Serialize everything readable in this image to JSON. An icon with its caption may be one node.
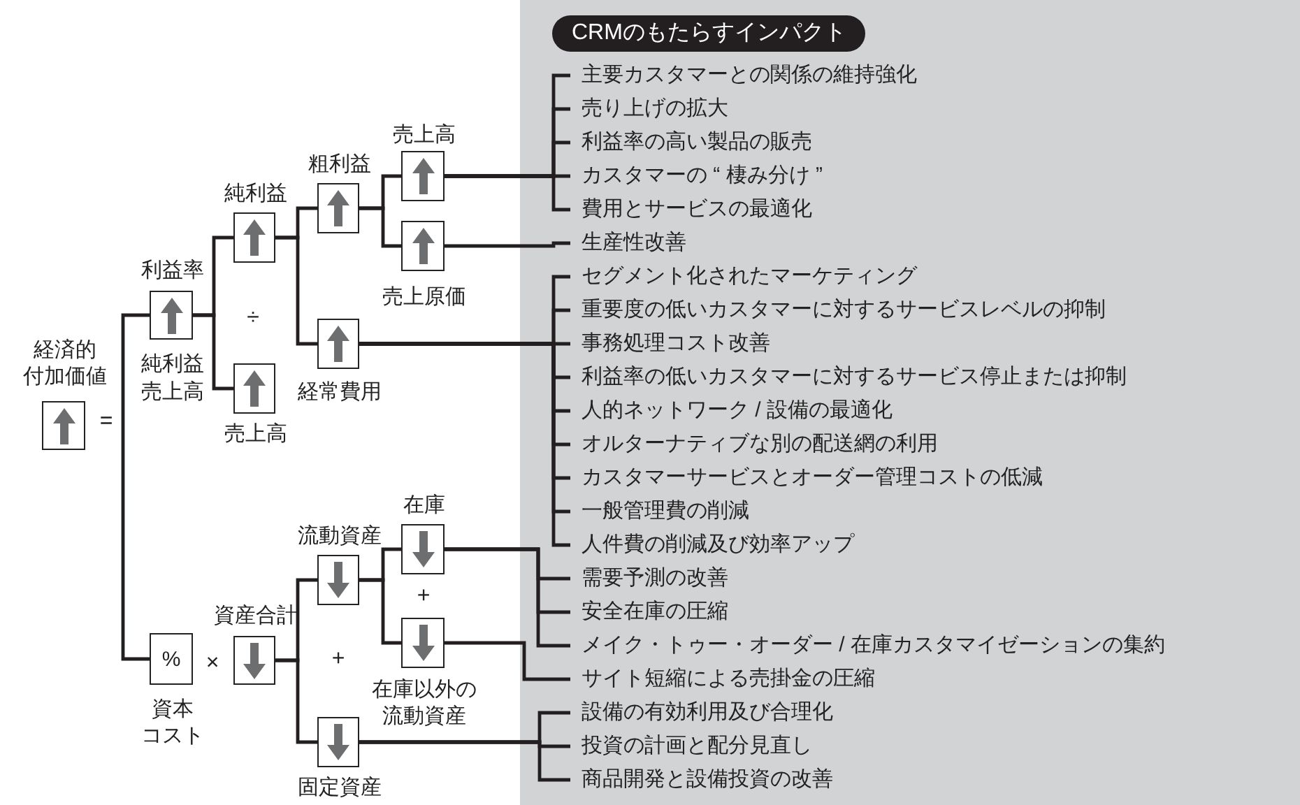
{
  "diagram": {
    "nodes": [
      {
        "text": [
          "経済的付加価値"
        ]
      },
      {
        "text": [
          "利益率"
        ],
        "beside": [
          "純利益",
          "売上高"
        ]
      },
      {
        "text": [
          "純利益"
        ]
      },
      {
        "text": [
          "売上高"
        ]
      },
      {
        "text": [
          "粗利益"
        ]
      },
      {
        "text": [
          "経常費用"
        ]
      },
      {
        "text": [
          "売上高"
        ]
      },
      {
        "text": [
          "売上原価"
        ]
      },
      {
        "text": [
          "%",
          "資本コスト"
        ]
      },
      {
        "text": [
          "資産合計"
        ]
      },
      {
        "text": [
          "流動資産"
        ]
      },
      {
        "text": [
          "固定資産"
        ]
      },
      {
        "text": [
          "在庫"
        ]
      },
      {
        "text": [
          "在庫以外の流動資産"
        ]
      },
      {
        "text": [
          "CRMのもたらすインパクト"
        ]
      },
      {
        "text": [
          "主要カスタマーとの関係の維持強化"
        ],
        "in": 14
      },
      {
        "text": [
          "売り上げの拡大"
        ],
        "in": 14
      },
      {
        "text": [
          "利益率の高い製品の販売"
        ],
        "in": 14
      },
      {
        "text": [
          "カスタマーの “ 棲み分け ”"
        ],
        "in": 14
      },
      {
        "text": [
          "費用とサービスの最適化"
        ],
        "in": 14
      },
      {
        "text": [
          "生産性改善"
        ],
        "in": 14
      },
      {
        "text": [
          "セグメント化されたマーケティング"
        ],
        "in": 14
      },
      {
        "text": [
          "重要度の低いカスタマーに対するサービスレベルの抑制"
        ],
        "in": 14
      },
      {
        "text": [
          "事務処理コスト改善"
        ],
        "in": 14
      },
      {
        "text": [
          "利益率の低いカスタマーに対するサービス停止または抑制"
        ],
        "in": 14
      },
      {
        "text": [
          "人的ネットワーク / 設備の最適化"
        ],
        "in": 14
      },
      {
        "text": [
          "オルターナティブな別の配送網の利用"
        ],
        "in": 14
      },
      {
        "text": [
          "カスタマーサービスとオーダー管理コストの低減"
        ],
        "in": 14
      },
      {
        "text": [
          "一般管理費の削減"
        ],
        "in": 14
      },
      {
        "text": [
          "人件費の削減及び効率アップ"
        ],
        "in": 14
      },
      {
        "text": [
          "需要予測の改善"
        ],
        "in": 14
      },
      {
        "text": [
          "安全在庫の圧縮"
        ],
        "in": 14
      },
      {
        "text": [
          "メイク・トゥー・オーダー / 在庫カスタマイゼーションの集約"
        ],
        "in": 14
      },
      {
        "text": [
          "サイト短縮による売掛金の圧縮"
        ],
        "in": 14
      },
      {
        "text": [
          "設備の有効利用及び合理化"
        ],
        "in": 14
      },
      {
        "text": [
          "投資の計画と配分見直し"
        ],
        "in": 14
      },
      {
        "text": [
          "商品開発と設備投資の改善"
        ],
        "in": 14
      }
    ],
    "edges": [
      {
        "from": 1,
        "to": 2,
        "arrow": "none"
      },
      {
        "from": 1,
        "to": 3,
        "arrow": "none"
      },
      {
        "from": 1,
        "to": 8,
        "arrow": "none"
      },
      {
        "from": 2,
        "to": 4,
        "arrow": "none"
      },
      {
        "from": 2,
        "to": 5,
        "arrow": "none"
      },
      {
        "from": 4,
        "to": 6,
        "arrow": "none"
      },
      {
        "from": 4,
        "to": 7,
        "arrow": "none"
      },
      {
        "from": 6,
        "to": 15,
        "arrow": "none"
      },
      {
        "from": 6,
        "to": 16,
        "arrow": "none"
      },
      {
        "from": 6,
        "to": 17,
        "arrow": "none"
      },
      {
        "from": 6,
        "to": 18,
        "arrow": "none"
      },
      {
        "from": 6,
        "to": 19,
        "arrow": "none"
      },
      {
        "from": 7,
        "to": 20,
        "arrow": "none"
      },
      {
        "from": 5,
        "to": 21,
        "arrow": "none"
      },
      {
        "from": 5,
        "to": 22,
        "arrow": "none"
      },
      {
        "from": 5,
        "to": 23,
        "arrow": "none"
      },
      {
        "from": 5,
        "to": 24,
        "arrow": "none"
      },
      {
        "from": 5,
        "to": 25,
        "arrow": "none"
      },
      {
        "from": 5,
        "to": 26,
        "arrow": "none"
      },
      {
        "from": 5,
        "to": 27,
        "arrow": "none"
      },
      {
        "from": 5,
        "to": 28,
        "arrow": "none"
      },
      {
        "from": 5,
        "to": 29,
        "arrow": "none"
      },
      {
        "from": 9,
        "to": 10,
        "arrow": "none"
      },
      {
        "from": 9,
        "to": 11,
        "arrow": "none"
      },
      {
        "from": 10,
        "to": 12,
        "arrow": "none"
      },
      {
        "from": 10,
        "to": 13,
        "arrow": "none"
      },
      {
        "from": 12,
        "to": 30,
        "arrow": "none"
      },
      {
        "from": 12,
        "to": 31,
        "arrow": "none"
      },
      {
        "from": 12,
        "to": 32,
        "arrow": "none"
      },
      {
        "from": 13,
        "to": 33,
        "arrow": "none"
      },
      {
        "from": 11,
        "to": 34,
        "arrow": "none"
      },
      {
        "from": 11,
        "to": 35,
        "arrow": "none"
      },
      {
        "from": 11,
        "to": 36,
        "arrow": "none"
      }
    ],
    "labels": [
      "÷",
      "=",
      "+",
      "×",
      "+"
    ]
  }
}
